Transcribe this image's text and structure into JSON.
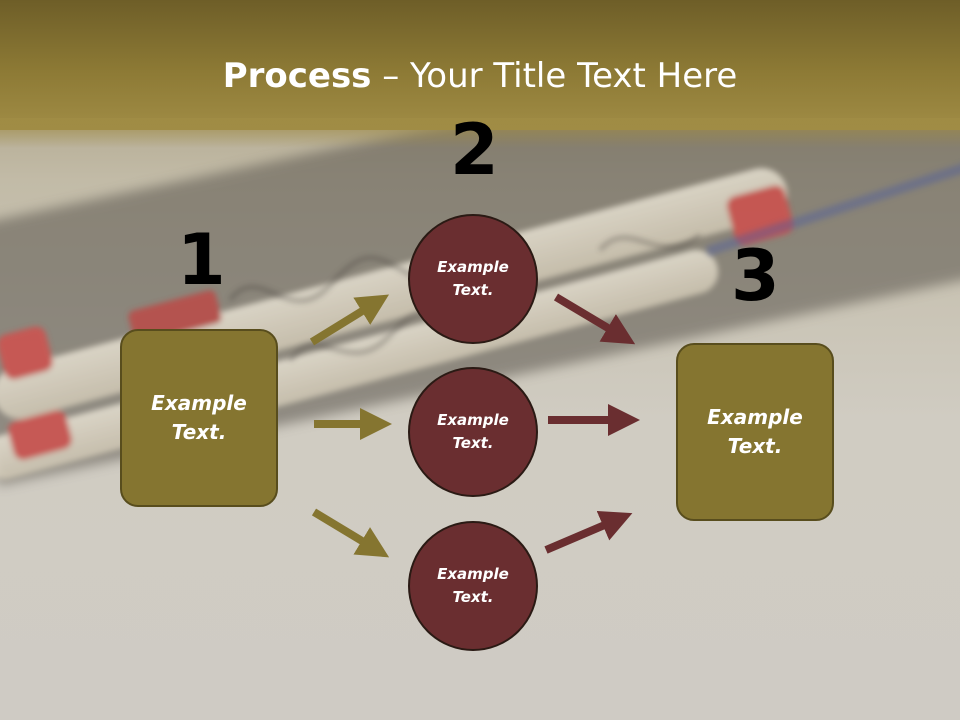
{
  "title": {
    "bold": "Process",
    "rest": " – Your Title Text Here"
  },
  "steps": {
    "one": "1",
    "two": "2",
    "three": "3"
  },
  "nodes": {
    "left_box": "Example\nText.",
    "circle_top": "Example\nText.",
    "circle_middle": "Example\nText.",
    "circle_bottom": "Example\nText.",
    "right_box": "Example\nText."
  },
  "colors": {
    "header": "#8d7a35",
    "box_fill": "#857530",
    "circle_fill": "#6a2e30",
    "arrow_olive": "#857530",
    "arrow_maroon": "#6a2e30"
  }
}
